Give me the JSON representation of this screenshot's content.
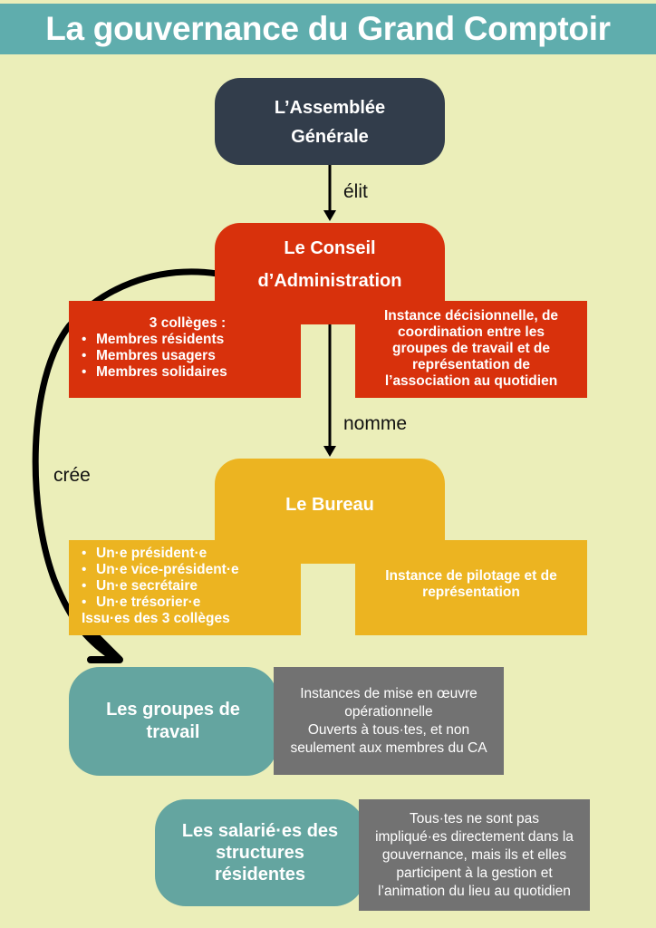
{
  "title": "La gouvernance du Grand Comptoir",
  "colors": {
    "background": "#ebeeb9",
    "title_bar": "#5fadad",
    "assemblee": "#323d4b",
    "conseil": "#d8310c",
    "bureau": "#ecb421",
    "groupes": "#64a5a0",
    "description_gray": "#727272"
  },
  "nodes": {
    "assemblee": {
      "line1": "L’Assemblée",
      "line2": "Générale"
    },
    "conseil": {
      "line1": "Le Conseil",
      "line2": "d’Administration",
      "left_heading": "3 collèges :",
      "left_items": [
        "Membres résidents",
        "Membres usagers",
        "Membres solidaires"
      ],
      "right_lines": [
        "Instance décisionnelle, de",
        "coordination entre les",
        "groupes de travail et de",
        "représentation de",
        "l’association au quotidien"
      ]
    },
    "bureau": {
      "title": "Le Bureau",
      "left_items": [
        "Un·e président·e",
        "Un·e vice-président·e",
        "Un·e secrétaire",
        "Un·e trésorier·e"
      ],
      "left_footer": "Issu·es des 3 collèges",
      "right_lines": [
        "Instance de pilotage et de",
        "représentation"
      ]
    },
    "groupes": {
      "line1": "Les groupes de",
      "line2": "travail",
      "desc_lines": [
        "Instances de mise en œuvre",
        "opérationnelle",
        "Ouverts à tous·tes, et non",
        "seulement aux membres du CA"
      ]
    },
    "salaries": {
      "line1": "Les salarié·es des",
      "line2": "structures",
      "line3": "résidentes",
      "desc_lines": [
        "Tous·tes ne sont pas",
        "impliqué·es directement dans la",
        "gouvernance, mais ils et elles",
        "participent à la gestion et",
        "l’animation du lieu au quotidien"
      ]
    }
  },
  "edges": {
    "elit": "élit",
    "nomme": "nomme",
    "cree": "crée"
  }
}
